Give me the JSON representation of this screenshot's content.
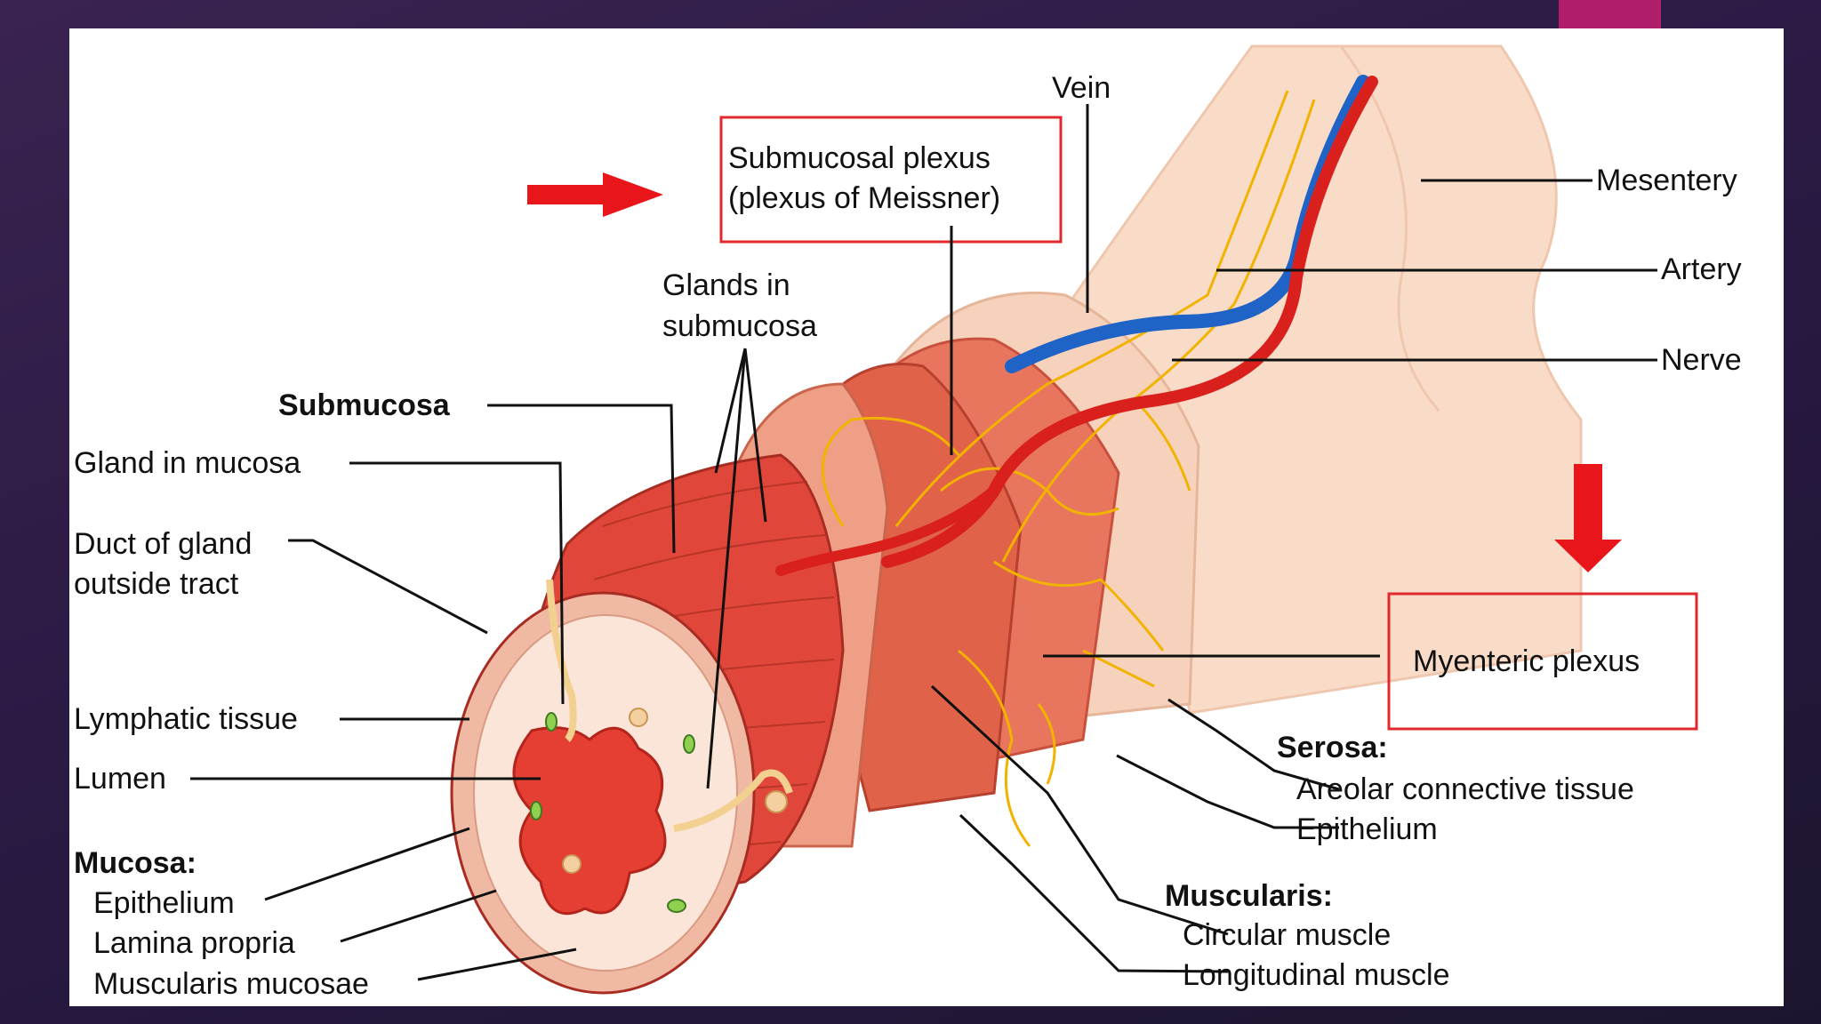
{
  "labels": {
    "vein": "Vein",
    "submucosal_plexus_1": "Submucosal plexus",
    "submucosal_plexus_2": "(plexus of Meissner)",
    "mesentery": "Mesentery",
    "artery": "Artery",
    "nerve": "Nerve",
    "glands_submucosa_1": "Glands in",
    "glands_submucosa_2": "submucosa",
    "submucosa": "Submucosa",
    "gland_in_mucosa": "Gland in mucosa",
    "duct_of_gland_1": "Duct of gland",
    "duct_of_gland_2": "outside tract",
    "lymphatic_tissue": "Lymphatic tissue",
    "lumen": "Lumen",
    "mucosa": "Mucosa:",
    "mucosa_epithelium": "Epithelium",
    "lamina_propria": "Lamina propria",
    "muscularis_mucosae": "Muscularis mucosae",
    "myenteric_plexus": "Myenteric plexus",
    "serosa": "Serosa:",
    "areolar_connective_tissue": "Areolar connective tissue",
    "serosa_epithelium": "Epithelium",
    "muscularis": "Muscularis:",
    "circular_muscle": "Circular muscle",
    "longitudinal_muscle": "Longitudinal muscle"
  },
  "colors": {
    "highlight_box": "#e0282e",
    "arrow": "#e8161b",
    "artery": "#d9201c",
    "vein": "#1f63c7",
    "nerve": "#f2b300",
    "muscle": "#e0473a",
    "mesentery": "#f9dcc8",
    "slide_accent": "#b01d6a"
  }
}
